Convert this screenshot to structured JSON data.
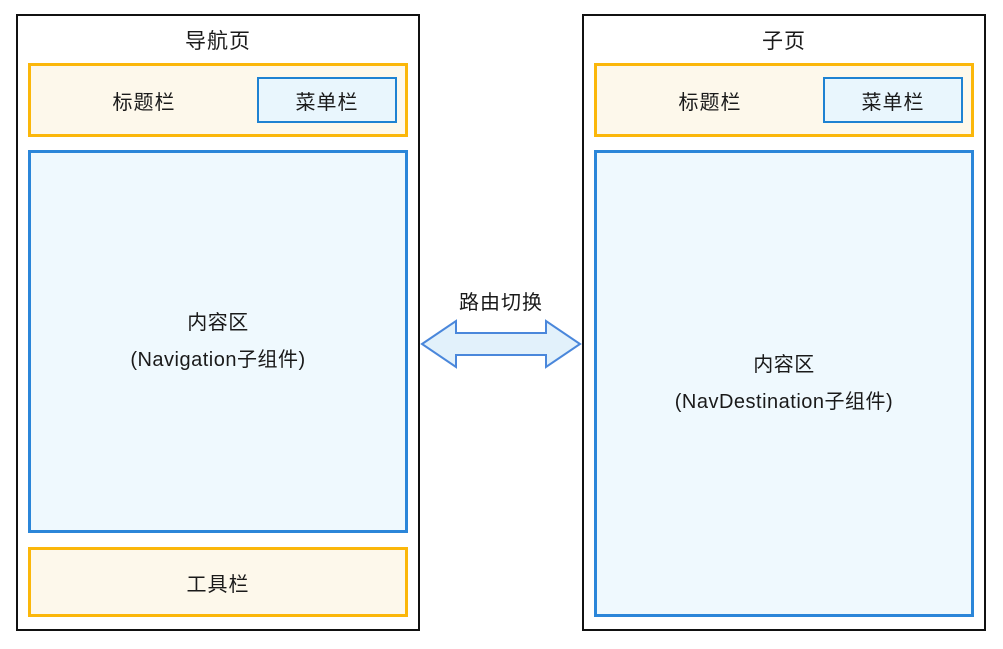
{
  "diagram": {
    "navigation_page": {
      "title": "导航页",
      "title_bar_label": "标题栏",
      "menu_bar_label": "菜单栏",
      "content_line1": "内容区",
      "content_line2": "(Navigation子组件)",
      "toolbar_label": "工具栏"
    },
    "sub_page": {
      "title": "子页",
      "title_bar_label": "标题栏",
      "menu_bar_label": "菜单栏",
      "content_line1": "内容区",
      "content_line2": "(NavDestination子组件)"
    },
    "connector": {
      "label": "路由切换",
      "icon": "double-headed-arrow-icon"
    },
    "colors": {
      "panel_border": "#111111",
      "bar_border_yellow": "#FBB70A",
      "bar_fill_cream": "#FDF8EB",
      "box_border_blue": "#2B86D9",
      "menu_border_blue": "#1E82D2",
      "content_fill_blue": "#EFF9FE",
      "menu_fill_blue": "#E9F6FD",
      "arrow_stroke": "#4A87DB",
      "arrow_fill": "#E2F1FB",
      "text": "#1A1A1A"
    }
  }
}
